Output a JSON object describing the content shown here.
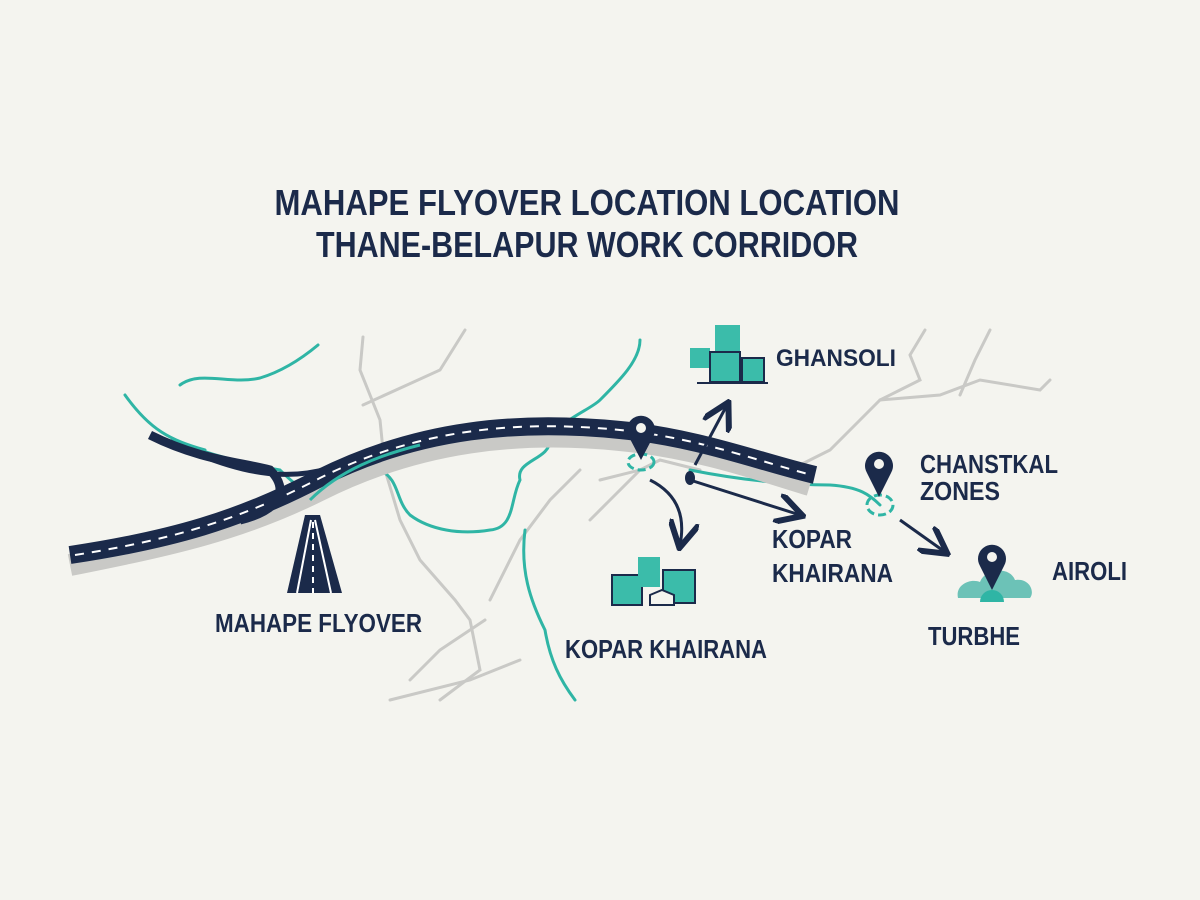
{
  "title": {
    "line1": "MAHAPE FLYOVER LOCATION LOCATION",
    "line2": "THANE-BELAPUR WORK CORRIDOR"
  },
  "labels": {
    "mahape_flyover": "MAHAPE FLYOVER",
    "ghansoli": "GHANSOLI",
    "chanstkal_line1": "CHANSTKAL",
    "chanstkal_line2": "ZONES",
    "kopar_line1": "KOPAR",
    "kopar_line2": "KHAIRANA",
    "kopar_khairana": "KOPAR KHAIRANA",
    "airoli": "AIROLI",
    "turbhe": "TURBHE"
  },
  "icons": [
    "road-icon",
    "map-pin-icon",
    "building-icon",
    "cloud-icon",
    "arrow-icon"
  ],
  "colors": {
    "background": "#f4f4ef",
    "navy": "#1b2a4a",
    "teal": "#2fb5a5",
    "gray_road": "#c9c9c6"
  }
}
